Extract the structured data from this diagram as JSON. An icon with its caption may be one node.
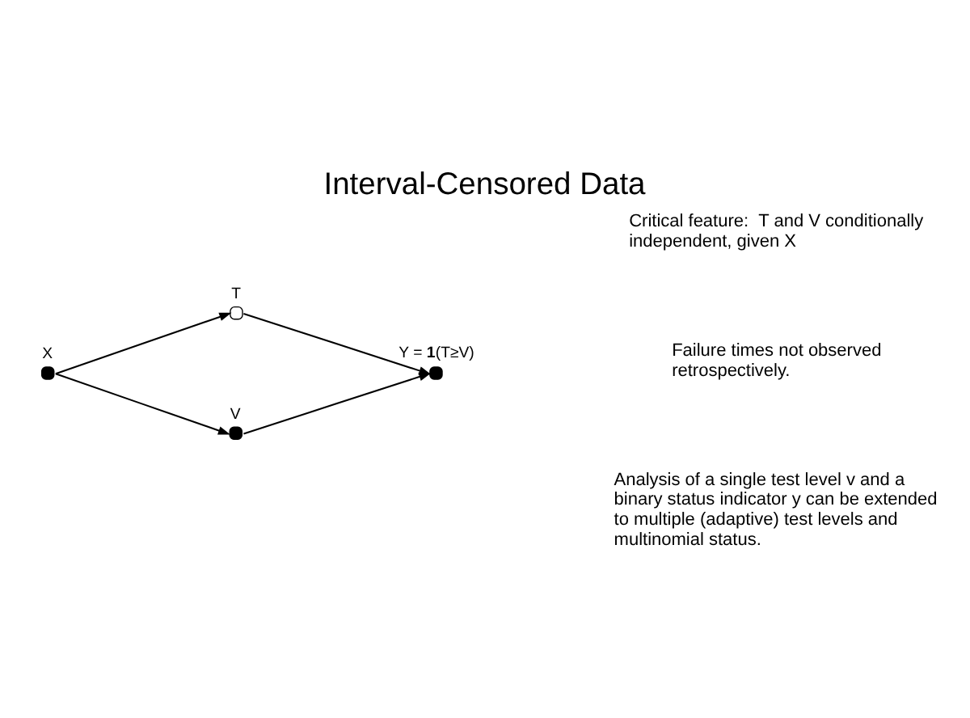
{
  "diagram": {
    "title": "Interval-Censored Data",
    "nodes": [
      {
        "text": [],
        "shape": "circle",
        "beside": [
          "X"
        ]
      },
      {
        "text": [],
        "shape": "circle",
        "beside": [
          "T"
        ]
      },
      {
        "text": [],
        "shape": "circle",
        "beside": [
          "V"
        ]
      },
      {
        "text": [],
        "shape": "circle",
        "beside": [
          "Y = **1**(T≥V)"
        ]
      }
    ],
    "edges": [
      {
        "from": 0,
        "to": 1,
        "arrow": "to"
      },
      {
        "from": 0,
        "to": 2,
        "arrow": "to"
      },
      {
        "from": 1,
        "to": 3,
        "arrow": "to"
      },
      {
        "from": 2,
        "to": 3,
        "arrow": "to"
      }
    ],
    "labels": [
      "Critical feature:  T and V conditionally independent, given X",
      "Failure times not observed retrospectively.",
      "Analysis of a single test level v and a binary status indicator y can be extended to multiple (adaptive) test levels and multinomial status."
    ]
  }
}
